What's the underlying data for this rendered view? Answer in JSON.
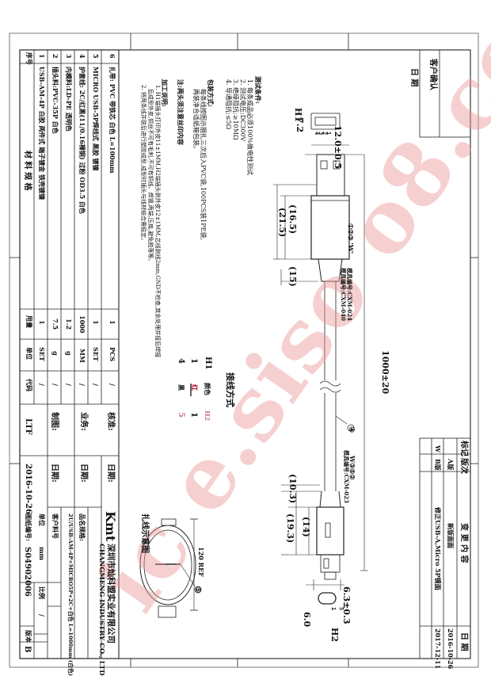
{
  "customer_confirm": {
    "title": "客户确认",
    "date_label": "日 期"
  },
  "revision_table": {
    "headers": [
      "标记",
      "版次",
      "变 更 内 容",
      "日 期"
    ],
    "rows": [
      {
        "mark": "",
        "version": "A版",
        "content": "新版面面",
        "date": "2016-10-26"
      },
      {
        "mark": "",
        "version": "B版",
        "content": "修正USB-A,Micro 5P镜面",
        "date": "2017-12-11"
      }
    ],
    "revision_mark_symbol": "W"
  },
  "test_conditions": {
    "title": "测试条件:",
    "lines": [
      "1. 每条成品必须100%做电性测试",
      "2. 测试电压:DC300V",
      "3. 绝缘阻抗:≥10MΩ",
      "4. 导通阻抗:≤5Ω"
    ]
  },
  "packaging": {
    "title": "包装方式:",
    "lines": [
      "每条线按图示捆扎三次后入PVC袋,100PCS装1PE袋,",
      "再装净合适纸箱包装。"
    ]
  },
  "note": "注:两头须注意丝印内容",
  "process": {
    "title": "加工说明:",
    "lines": [
      "1. H1端插头打印外皮11±1MM,H2端插头剥外皮12±1MM,芯线剥线2mm,GND不检查,其余处理并接后焊接",
      "后成型外皮,铜丝不可有毛刺,不可有铜线、焊锡,两端,压扁,避免脱落等。",
      "2. 将两条线并联后进行塑胶成型,成型时插头与线材结合需稳定。"
    ]
  },
  "drawing": {
    "h1_label": "H1",
    "h2_label": "H2",
    "dim_12": "12.0±0.5",
    "dim_7_2": "7.2",
    "dim_16_5": "(16.5)",
    "dim_21_5": "(21.5)",
    "dim_15": "(15)",
    "dim_1000": "1000±20",
    "dim_10_3": "(10.3)",
    "dim_14": "(14)",
    "dim_19_3": "(19.3)",
    "dim_6_3": "6.3±0.3",
    "dim_6_0": "6.0",
    "h1_pins": [
      "4",
      "3",
      "2",
      "1"
    ],
    "h2_pins": [
      "5",
      "1"
    ],
    "mold1_marks": "①②③ 'W'",
    "mold1_title": "模具编号:CXM-024",
    "mold1_sub": "模具编号:CXM-040",
    "mold2_marks": "W③⑤②",
    "mold2_title": "模具编号:CXM-023",
    "callout_4": "④",
    "callout_5": "⑤",
    "bundle_title": "扎线示意图",
    "bundle_dim": "120 REF"
  },
  "wiring": {
    "title": "接线方式",
    "header": [
      "H1",
      "颜色",
      "H2"
    ],
    "rows": [
      [
        "1",
        "红",
        "1"
      ],
      [
        "4",
        "黑",
        "5"
      ]
    ]
  },
  "bom": {
    "headers": {
      "no": "序号",
      "name": "材 料 规 格",
      "usage": "用量",
      "unit": "单位",
      "code": "代码"
    },
    "rows": [
      {
        "no": "1",
        "spec": "USB-AM-4P 白胶 两件式 端子镀金 铁壳镀镍",
        "usage": "1",
        "unit": "SET",
        "code": "/"
      },
      {
        "no": "2",
        "spec": "插头料:PVC-35P 白色",
        "usage": "7.5",
        "unit": "g",
        "code": "/"
      },
      {
        "no": "3",
        "spec": "内模料:LD-PE 透明色",
        "usage": "1.2",
        "unit": "g",
        "code": "/"
      },
      {
        "no": "4",
        "spec": "护套线: 2C/红黑(11/0.16裸铜) 过粉 OD3.5 白色",
        "usage": "1000",
        "unit": "MM",
        "code": "/"
      },
      {
        "no": "5",
        "spec": "MICRO USB-5P焊线式 黑胶 镀镍",
        "usage": "1",
        "unit": "SET",
        "code": "/"
      },
      {
        "no": "6",
        "spec": "扎带: PVC 带铁芯 白色 L=100mm",
        "usage": "1",
        "unit": "PCS",
        "code": "/"
      }
    ]
  },
  "title_block": {
    "approve": "核准:",
    "approve_date": "日期:",
    "business": "业务:",
    "business_date": "日期:",
    "maker": "制图:",
    "maker_code": "LTF",
    "maker_date": "日期:",
    "date_value": "2016-10-26",
    "company_cn": "深圳市灿科盟实业有限公司",
    "company_en": "CHANGMENG INDUSTRY CO., LTD",
    "logo": "Kmt",
    "product_label": "品名规格:",
    "product": "2U/USB-AM-4P+MICRO5P+2C+白色 L=1000mm (白色)",
    "customer_no": "客户料号",
    "unit_label": "单位",
    "unit_value": "mm",
    "scale_label": "比例",
    "scale_value": "/",
    "drawing_no_label": "图纸编号:",
    "drawing_no": "S04902006",
    "version_label": "版本",
    "version_value": "B"
  },
  "watermark": "ic e.siso o8.com"
}
